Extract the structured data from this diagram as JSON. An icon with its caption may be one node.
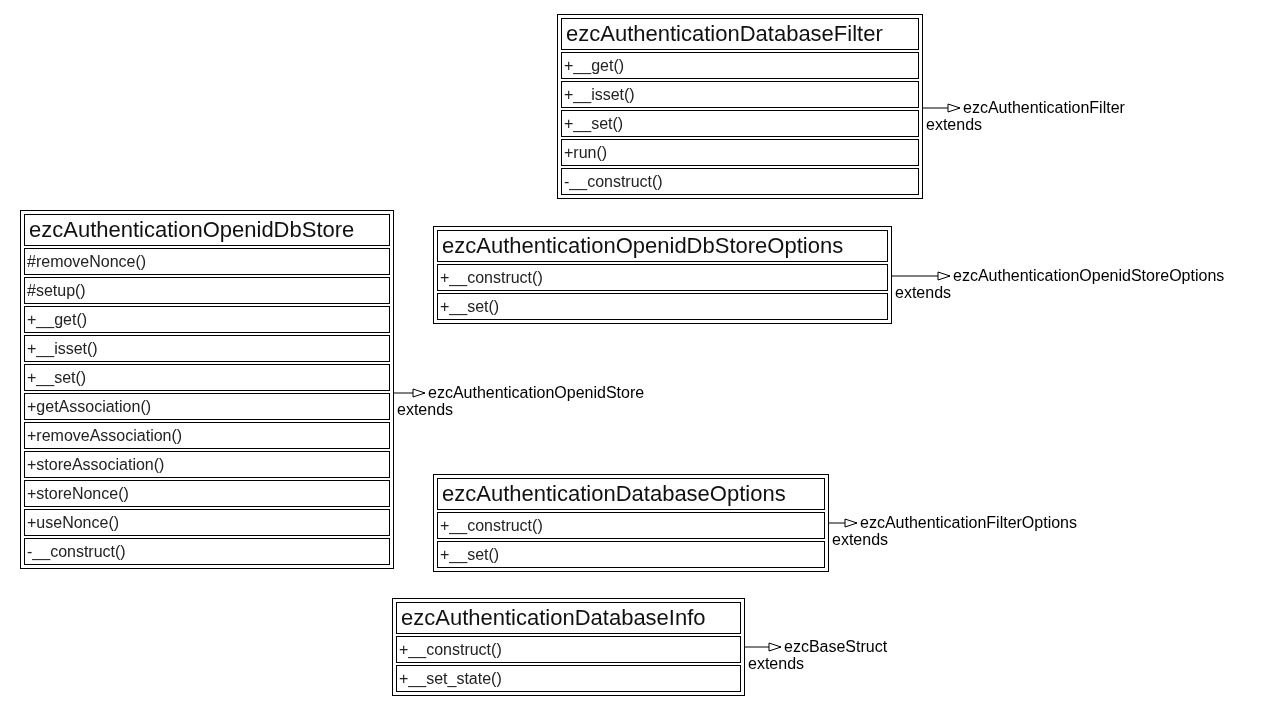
{
  "diagram": {
    "nodes": [
      {
        "text": [
          "ezcAuthenticationDatabaseFilter"
        ]
      },
      {
        "text": [
          "+__get()"
        ],
        "in": 0
      },
      {
        "text": [
          "+__isset()"
        ],
        "in": 0
      },
      {
        "text": [
          "+__set()"
        ],
        "in": 0
      },
      {
        "text": [
          "+run()"
        ],
        "in": 0
      },
      {
        "text": [
          "-__construct()"
        ],
        "in": 0
      },
      {
        "text": [
          "ezcAuthenticationFilter"
        ]
      },
      {
        "text": [
          "ezcAuthenticationOpenidDbStore"
        ]
      },
      {
        "text": [
          "#removeNonce()"
        ],
        "in": 7
      },
      {
        "text": [
          "#setup()"
        ],
        "in": 7
      },
      {
        "text": [
          "+__get()"
        ],
        "in": 7
      },
      {
        "text": [
          "+__isset()"
        ],
        "in": 7
      },
      {
        "text": [
          "+__set()"
        ],
        "in": 7
      },
      {
        "text": [
          "+getAssociation()"
        ],
        "in": 7
      },
      {
        "text": [
          "+removeAssociation()"
        ],
        "in": 7
      },
      {
        "text": [
          "+storeAssociation()"
        ],
        "in": 7
      },
      {
        "text": [
          "+storeNonce()"
        ],
        "in": 7
      },
      {
        "text": [
          "+useNonce()"
        ],
        "in": 7
      },
      {
        "text": [
          "-__construct()"
        ],
        "in": 7
      },
      {
        "text": [
          "ezcAuthenticationOpenidStore"
        ]
      },
      {
        "text": [
          "ezcAuthenticationOpenidDbStoreOptions"
        ]
      },
      {
        "text": [
          "+__construct()"
        ],
        "in": 20
      },
      {
        "text": [
          "+__set()"
        ],
        "in": 20
      },
      {
        "text": [
          "ezcAuthenticationOpenidStoreOptions"
        ]
      },
      {
        "text": [
          "ezcAuthenticationDatabaseOptions"
        ]
      },
      {
        "text": [
          "+__construct()"
        ],
        "in": 24
      },
      {
        "text": [
          "+__set()"
        ],
        "in": 24
      },
      {
        "text": [
          "ezcAuthenticationFilterOptions"
        ]
      },
      {
        "text": [
          "ezcAuthenticationDatabaseInfo"
        ]
      },
      {
        "text": [
          "+__construct()"
        ],
        "in": 28
      },
      {
        "text": [
          "+__set_state()"
        ],
        "in": 28
      },
      {
        "text": [
          "ezcBaseStruct"
        ]
      }
    ],
    "edges": [
      {
        "from": 0,
        "to": 6,
        "arrow": "to",
        "label": "extends"
      },
      {
        "from": 7,
        "to": 19,
        "arrow": "to",
        "label": "extends"
      },
      {
        "from": 20,
        "to": 23,
        "arrow": "to",
        "label": "extends"
      },
      {
        "from": 24,
        "to": 27,
        "arrow": "to",
        "label": "extends"
      },
      {
        "from": 28,
        "to": 31,
        "arrow": "to",
        "label": "extends"
      }
    ]
  }
}
